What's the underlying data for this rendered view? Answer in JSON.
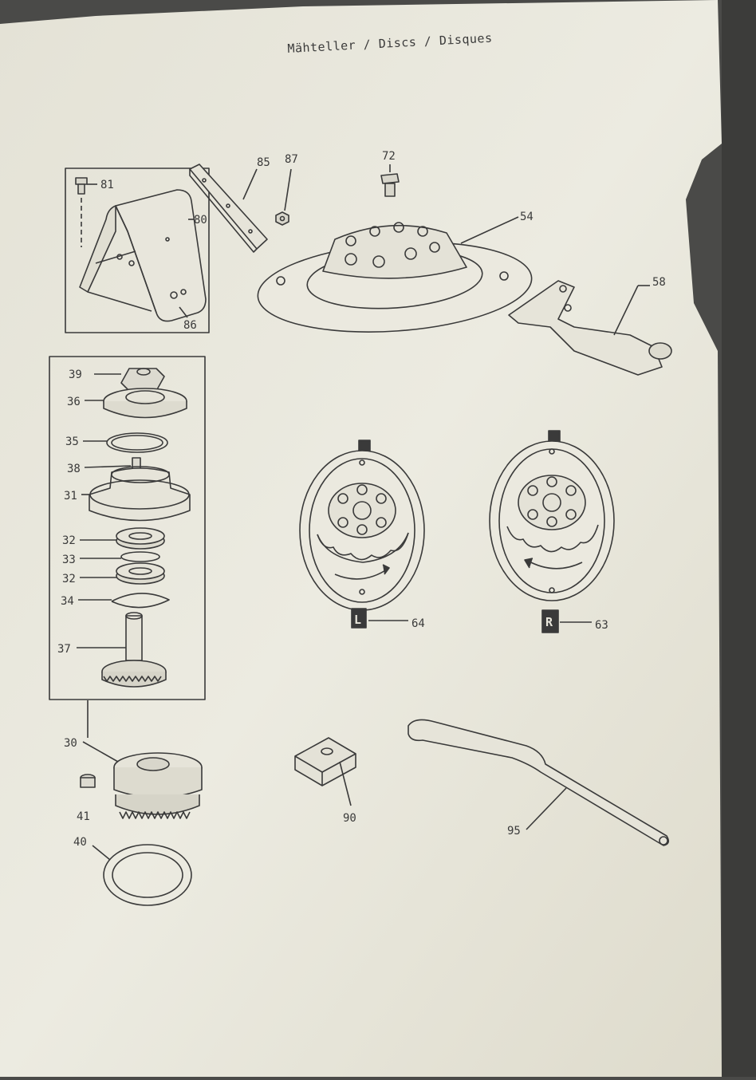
{
  "header": {
    "title": "Mähteller  / Discs / Disques"
  },
  "callouts": {
    "c81": "81",
    "c80": "80",
    "c86": "86",
    "c85": "85",
    "c87": "87",
    "c72": "72",
    "c54": "54",
    "c58": "58",
    "c39": "39",
    "c36": "36",
    "c35": "35",
    "c38": "38",
    "c31": "31",
    "c32a": "32",
    "c33": "33",
    "c32b": "32",
    "c34": "34",
    "c37": "37",
    "c30": "30",
    "c41": "41",
    "c40": "40",
    "c64": "64",
    "c63": "63",
    "c90": "90",
    "c95": "95"
  },
  "disc_tags": {
    "left": "L",
    "right": "R"
  },
  "colors": {
    "paper": "#e9e7dc",
    "ink": "#3a3a3a"
  }
}
